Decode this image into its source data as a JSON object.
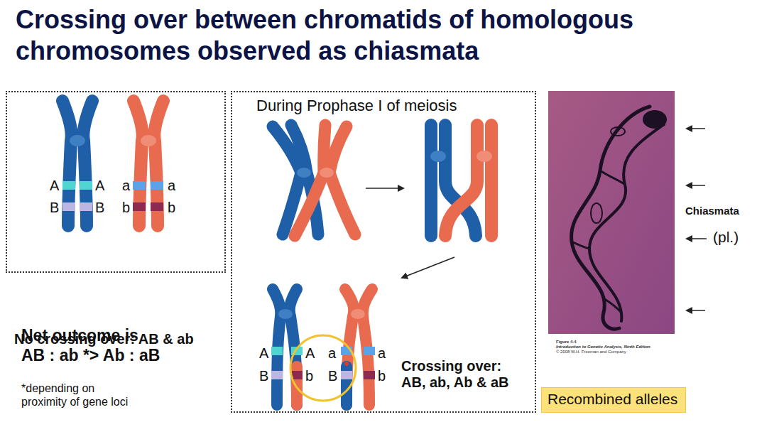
{
  "diagram": {
    "title": "Crossing over between chromatids of homologous chromosomes observed as chiasmata",
    "nodes": [
      {
        "text": [
          "No crossing over: AB & ab"
        ]
      },
      {
        "text": [
          "During Prophase I of meiosis",
          "Crossing over: AB, ab, Ab & aB"
        ]
      },
      {
        "text": [
          "Recombined alleles"
        ]
      }
    ],
    "labels": [
      "A",
      "A",
      "a",
      "a",
      "B",
      "B",
      "b",
      "b",
      "Net outcome is AB : ab *> Ab : aB",
      "*depending on proximity of gene loci",
      "A",
      "A",
      "a",
      "a",
      "B",
      "b",
      "B",
      "b",
      "Figure 4-4",
      "Introduction to Genetic Analysis, Ninth Edition",
      "© 2008 W.H. Freeman and Company",
      "Chiasmata",
      "(pl.)"
    ]
  }
}
